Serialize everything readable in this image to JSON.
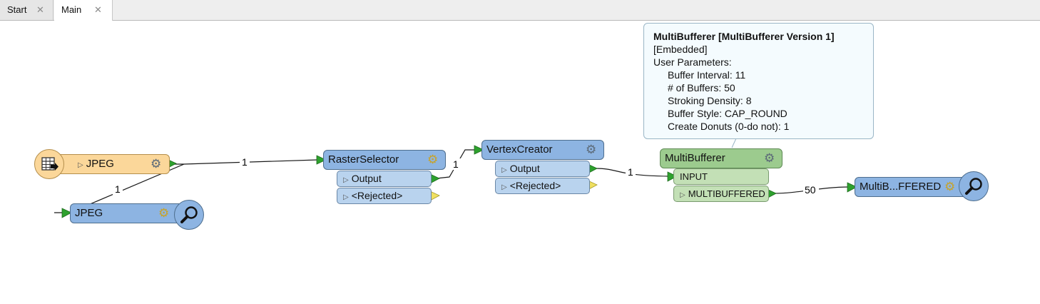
{
  "tabs": [
    {
      "label": "Start",
      "close": "✕"
    },
    {
      "label": "Main",
      "close": "✕"
    }
  ],
  "nodes": {
    "reader": {
      "label": "JPEG"
    },
    "inspector_jpeg": {
      "label": "JPEG"
    },
    "raster_selector": {
      "label": "RasterSelector",
      "ports": [
        "Output",
        "<Rejected>"
      ]
    },
    "vertex_creator": {
      "label": "VertexCreator",
      "ports": [
        "Output",
        "<Rejected>"
      ]
    },
    "multibufferer": {
      "label": "MultiBufferer",
      "input_port": "INPUT",
      "output_port": "MULTIBUFFERED"
    },
    "inspector_mb": {
      "label": "MultiB...FFERED"
    }
  },
  "links": {
    "reader_to_raster": "1",
    "reader_to_inspector": "1",
    "raster_to_vertex": "1",
    "vertex_to_mb": "1",
    "mb_to_inspector": "50"
  },
  "tooltip": {
    "title": "MultiBufferer [MultiBufferer Version 1]",
    "embedded": "[Embedded]",
    "user_params_label": "User Parameters:",
    "params": [
      "Buffer Interval: 11",
      "# of Buffers: 50",
      "Stroking Density: 8",
      "Buffer Style: CAP_ROUND",
      "Create Donuts (0-do not): 1"
    ]
  },
  "colors": {
    "transformer": "#8db4e2",
    "port": "#b9d3ee",
    "multibufferer": "#9ccb8e",
    "reader": "#fbd79a",
    "connector": "#1a1a1a",
    "port_arrow": "#2ea12e",
    "rejected_arrow": "#f0e060"
  },
  "icons": [
    "close-icon",
    "table-reader-icon",
    "gear-icon",
    "magnifier-icon",
    "port-triangle-icon"
  ]
}
